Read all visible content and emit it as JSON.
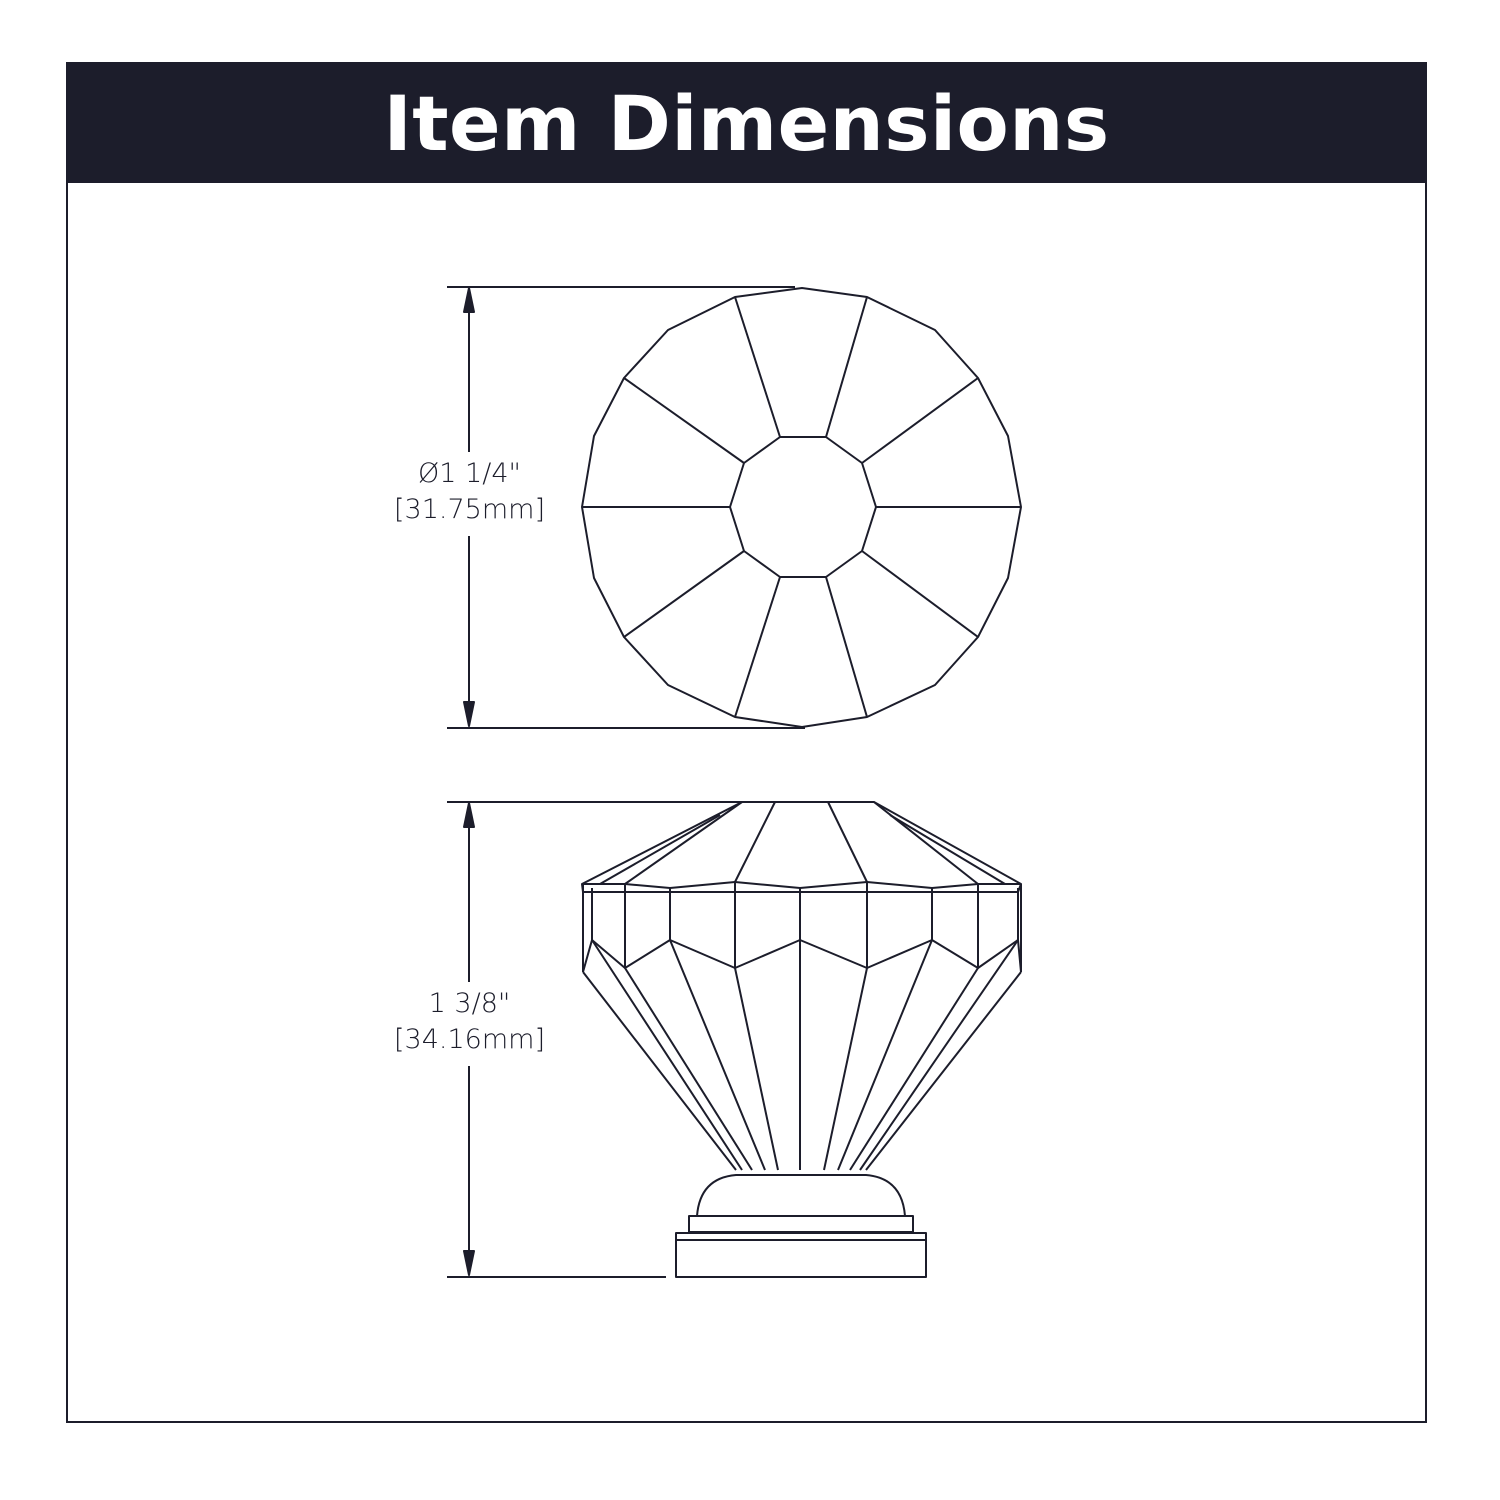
{
  "header": {
    "title": "Item Dimensions"
  },
  "colors": {
    "title_bar": "#1c1d2b",
    "line": "#1c1d2b",
    "background": "#ffffff"
  },
  "dimensions": {
    "diameter": {
      "imperial": "Ø1 1/4\"",
      "metric": "[31.75mm]"
    },
    "height": {
      "imperial": "1 3/8\"",
      "metric": "[34.16mm]"
    }
  }
}
